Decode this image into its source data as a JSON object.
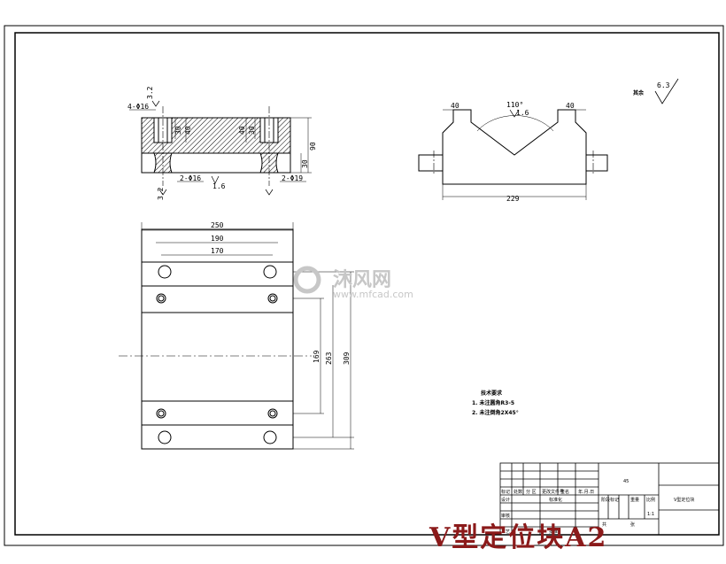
{
  "title": "V型定位块A2",
  "roughness": {
    "label": "其余",
    "value": "6.3"
  },
  "front_view": {
    "label_top_left": "4-Φ16",
    "dim_30": "30",
    "dim_40": "40",
    "dim_90": "90",
    "dim_30b": "30",
    "dim_40b": "40",
    "dim_30c": "30",
    "hole_left": "2-Φ16",
    "hole_right": "2-Φ19",
    "roughness_mid": "1.6",
    "roughness_left": "3.2",
    "roughness_right": "3.2"
  },
  "side_view": {
    "dim_left": "40",
    "dim_right": "40",
    "angle": "110°",
    "roughness": "1.6",
    "width": "229"
  },
  "plan_view": {
    "dim_250": "250",
    "dim_190": "190",
    "dim_170": "170",
    "dim_169": "169",
    "dim_263": "263",
    "dim_309": "309"
  },
  "tech_notes": {
    "heading": "技术要求",
    "item1": "1. 未注圆角R3-5",
    "item2": "2. 未注倒角2X45°"
  },
  "title_block": {
    "material": "45",
    "part_name": "V型定位块",
    "mark_label": "标记",
    "count_label": "处数",
    "zone_label": "分 区",
    "doc_label": "更改文件号",
    "sign_label": "签名",
    "date_label": "年.月.日",
    "design_label": "设计",
    "standard_label": "标准化",
    "review_label": "审核",
    "process_label": "工艺",
    "approve_label": "批准",
    "stage_label": "阶段标记",
    "weight_label": "重量",
    "scale_label": "比例",
    "scale_value": "1:1",
    "sheet_label": "共",
    "sheet_label2": "张"
  },
  "watermark": {
    "brand": "沐风网",
    "url": "www.mfcad.com"
  }
}
